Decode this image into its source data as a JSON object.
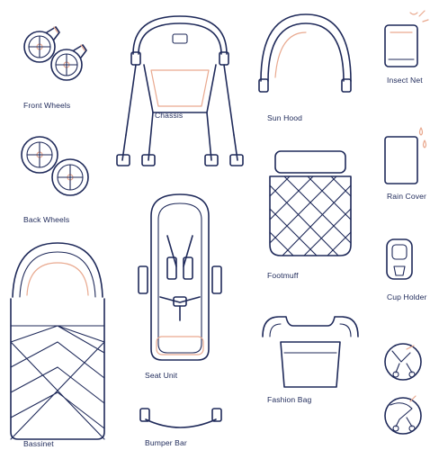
{
  "colors": {
    "line": "#1f2a5a",
    "accent": "#e9a98f",
    "background": "#ffffff"
  },
  "parts": {
    "front_wheels": "Front Wheels",
    "chassis": "Chassis",
    "sun_hood": "Sun Hood",
    "insect_net": "Insect Net",
    "back_wheels": "Back Wheels",
    "rain_cover": "Rain Cover",
    "footmuff": "Footmuff",
    "cup_holder": "Cup Holder",
    "bassinet": "Bassinet",
    "seat_unit": "Seat Unit",
    "fashion_bag": "Fashion Bag",
    "bumper_bar": "Bumper Bar"
  },
  "icons": [
    "front-wheels-icon",
    "chassis-icon",
    "sun-hood-icon",
    "insect-net-icon",
    "back-wheels-icon",
    "rain-cover-icon",
    "footmuff-icon",
    "cup-holder-icon",
    "bassinet-icon",
    "seat-unit-icon",
    "fashion-bag-icon",
    "bumper-bar-icon",
    "stroller-mode-1-icon",
    "stroller-mode-2-icon"
  ]
}
